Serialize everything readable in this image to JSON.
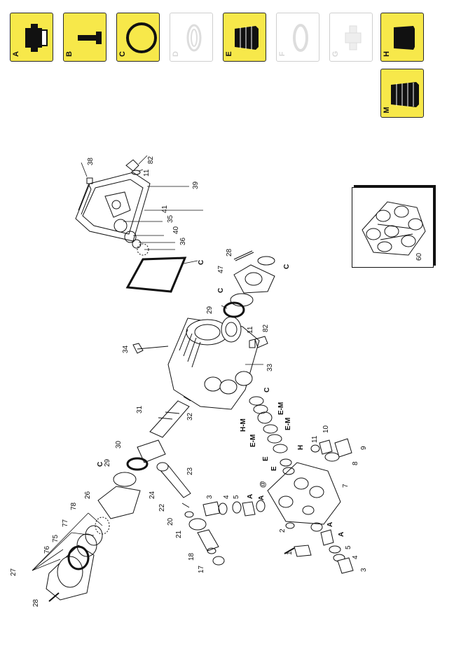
{
  "kits": [
    {
      "key": "A",
      "label": "A",
      "active": true
    },
    {
      "key": "B",
      "label": "B",
      "active": true
    },
    {
      "key": "C",
      "label": "C",
      "active": true
    },
    {
      "key": "D",
      "label": "D",
      "active": false
    },
    {
      "key": "E",
      "label": "E",
      "active": true
    },
    {
      "key": "F",
      "label": "F",
      "active": false
    },
    {
      "key": "G",
      "label": "G",
      "active": false
    },
    {
      "key": "H",
      "label": "H",
      "active": true
    },
    {
      "key": "M",
      "label": "M",
      "active": true
    }
  ],
  "colors": {
    "kit_active": "#f7e84a",
    "kit_inactive": "#ffffff",
    "line": "#111111"
  },
  "parts": {
    "p1": "1",
    "p2": "2",
    "p3a": "3",
    "p3b": "3",
    "p4a": "4",
    "p4b": "4",
    "p5a": "5",
    "p5b": "5",
    "p7": "7",
    "p8": "8",
    "p9": "9",
    "p10": "10",
    "p11a": "11",
    "p11b": "11",
    "p11c": "11",
    "p17": "17",
    "p18": "18",
    "p20": "20",
    "p21": "21",
    "p22": "22",
    "p23": "23",
    "p24": "24",
    "p26": "26",
    "p27": "27",
    "p28a": "28",
    "p28b": "28",
    "p29a": "29",
    "p29b": "29",
    "p30": "30",
    "p31": "31",
    "p32": "32",
    "p33": "33",
    "p34": "34",
    "p35": "35",
    "p36": "36",
    "p38": "38",
    "p39": "39",
    "p40": "40",
    "p41": "41",
    "p47": "47",
    "p60": "60",
    "p75": "75",
    "p76": "76",
    "p77": "77",
    "p78": "78",
    "p82a": "82",
    "p82b": "82"
  },
  "kit_marks": {
    "c1": "C",
    "c2": "C",
    "c3": "C",
    "c4": "C",
    "c5": "C",
    "a1": "A",
    "a2": "A",
    "a3": "A",
    "a4": "A",
    "e1": "E",
    "e2": "E",
    "em1": "E-M",
    "em2": "E-M",
    "em3": "E-M",
    "hm": "H-M",
    "h1": "H",
    "at": "@"
  }
}
